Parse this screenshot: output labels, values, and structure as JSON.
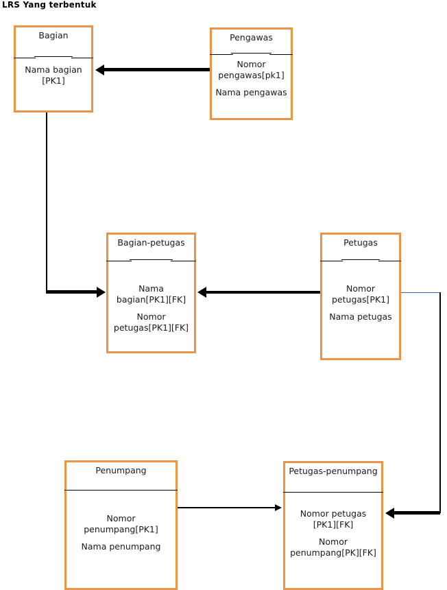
{
  "title": "LRS Yang terbentuk",
  "entities": [
    {
      "id": "bagian",
      "name": "Bagian",
      "attributes": [
        "Nama bagian",
        "[PK1]"
      ]
    },
    {
      "id": "pengawas",
      "name": "Pengawas",
      "attributes": [
        "Nomor",
        "pengawas[pk1]",
        "",
        "Nama pengawas"
      ]
    },
    {
      "id": "bagian-petugas",
      "name": "Bagian-petugas",
      "attributes": [
        "Nama",
        "bagian[PK1][FK]",
        "",
        "Nomor",
        "petugas[PK1][FK]"
      ]
    },
    {
      "id": "petugas",
      "name": "Petugas",
      "attributes": [
        "Nomor",
        "petugas[PK1]",
        "",
        "Nama petugas"
      ]
    },
    {
      "id": "penumpang",
      "name": "Penumpang",
      "attributes": [
        "Nomor",
        "penumpang[PK1]",
        "",
        "Nama penumpang"
      ]
    },
    {
      "id": "petugas-penumpang",
      "name": "Petugas-penumpang",
      "attributes": [
        "Nomor petugas",
        "[PK1][FK]",
        "",
        "Nomor",
        "penumpang[PK][FK]"
      ]
    }
  ],
  "relationships": [
    {
      "from": "pengawas",
      "to": "bagian",
      "style": "thick"
    },
    {
      "from": "bagian",
      "to": "bagian-petugas",
      "style": "thick"
    },
    {
      "from": "petugas",
      "to": "bagian-petugas",
      "style": "thick"
    },
    {
      "from": "penumpang",
      "to": "petugas-penumpang",
      "style": "thin"
    },
    {
      "from": "petugas",
      "to": "petugas-penumpang",
      "style": "thick"
    }
  ],
  "colors": {
    "entity_border": "#ED9346",
    "divider": "#000000",
    "connector": "#000000",
    "connector_accent": "#3A6EA5",
    "background": "#FFFFFF"
  }
}
